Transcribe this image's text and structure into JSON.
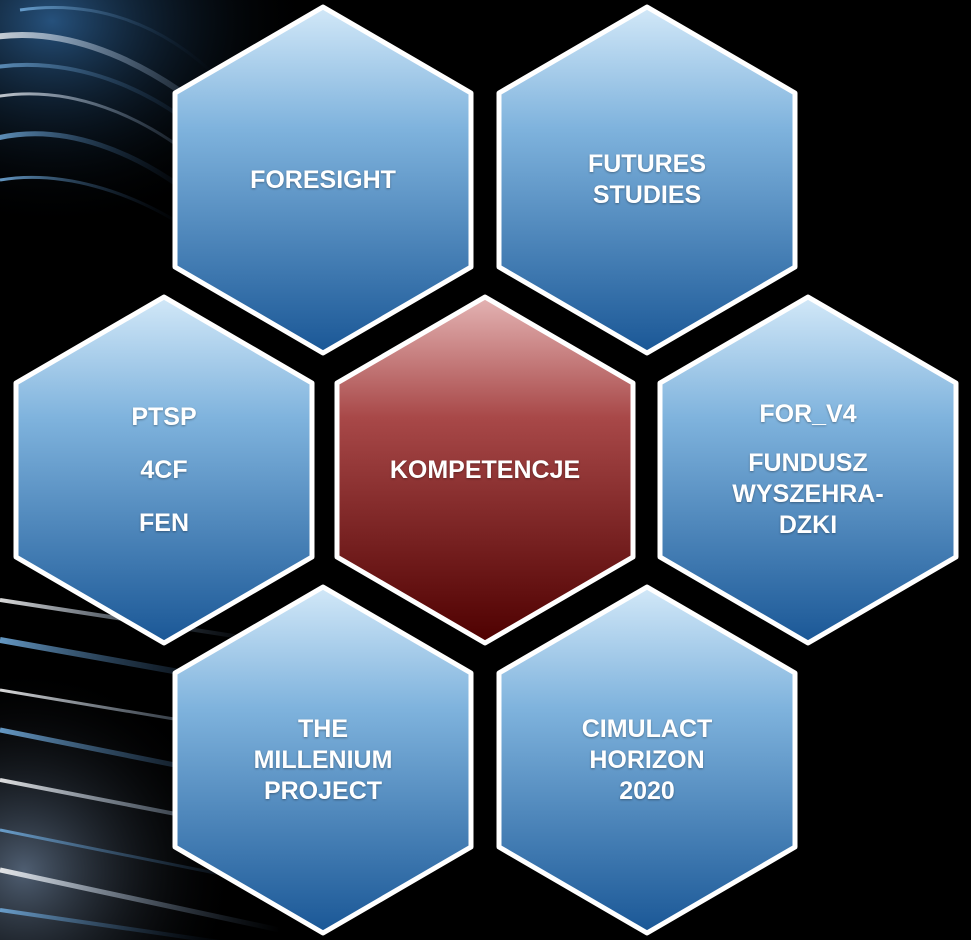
{
  "hexagons": {
    "foresight": {
      "lines": [
        "FORESIGHT"
      ]
    },
    "futures_studies": {
      "lines": [
        "FUTURES",
        "STUDIES"
      ]
    },
    "ptsp": {
      "lines": [
        "PTSP",
        "4CF",
        "FEN"
      ]
    },
    "kompetencje": {
      "lines": [
        "KOMPETENCJE"
      ]
    },
    "for_v4": {
      "lines": [
        "FOR_V4",
        "FUNDUSZ",
        "WYSZEHRA-",
        "DZKI"
      ]
    },
    "millenium": {
      "lines": [
        "THE",
        "MILLENIUM",
        "PROJECT"
      ]
    },
    "cimulact": {
      "lines": [
        "CIMULACT",
        "HORIZON",
        "2020"
      ]
    }
  },
  "colors": {
    "blue_hex_light": "#c4e0f4",
    "blue_hex_dark": "#1f5fa0",
    "red_hex_light": "#dba3a3",
    "red_hex_dark": "#5a0000",
    "background": "#000000"
  }
}
